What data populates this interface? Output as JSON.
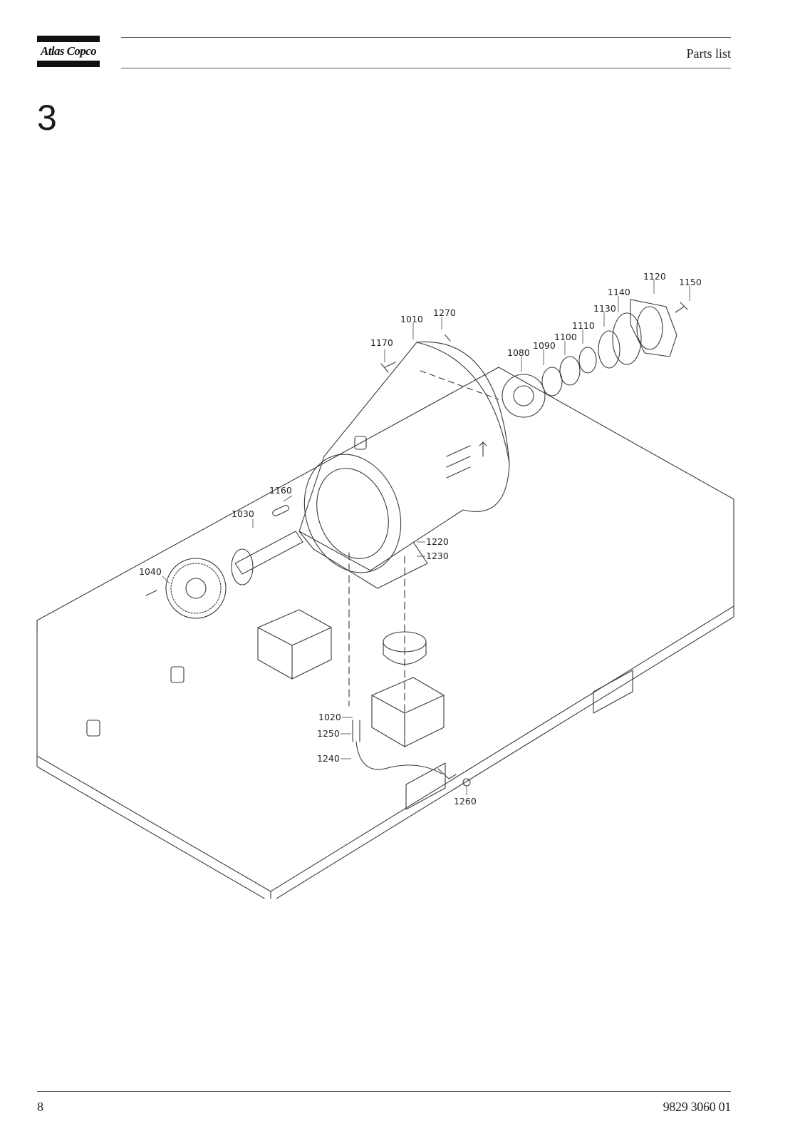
{
  "header": {
    "brand": "Atlas Copco",
    "section": "Parts list"
  },
  "chapter": "3",
  "drawing": {
    "callouts": [
      "1120",
      "1150",
      "1140",
      "1130",
      "1270",
      "1010",
      "1110",
      "1100",
      "1090",
      "1170",
      "1080",
      "1160",
      "1030",
      "1220",
      "1230",
      "1040",
      "1020",
      "1250",
      "1240",
      "1260"
    ]
  },
  "footer": {
    "page": "8",
    "doc_number": "9829 3060 01"
  },
  "colors": {
    "ink": "#1a1a1a",
    "line": "#555555"
  }
}
